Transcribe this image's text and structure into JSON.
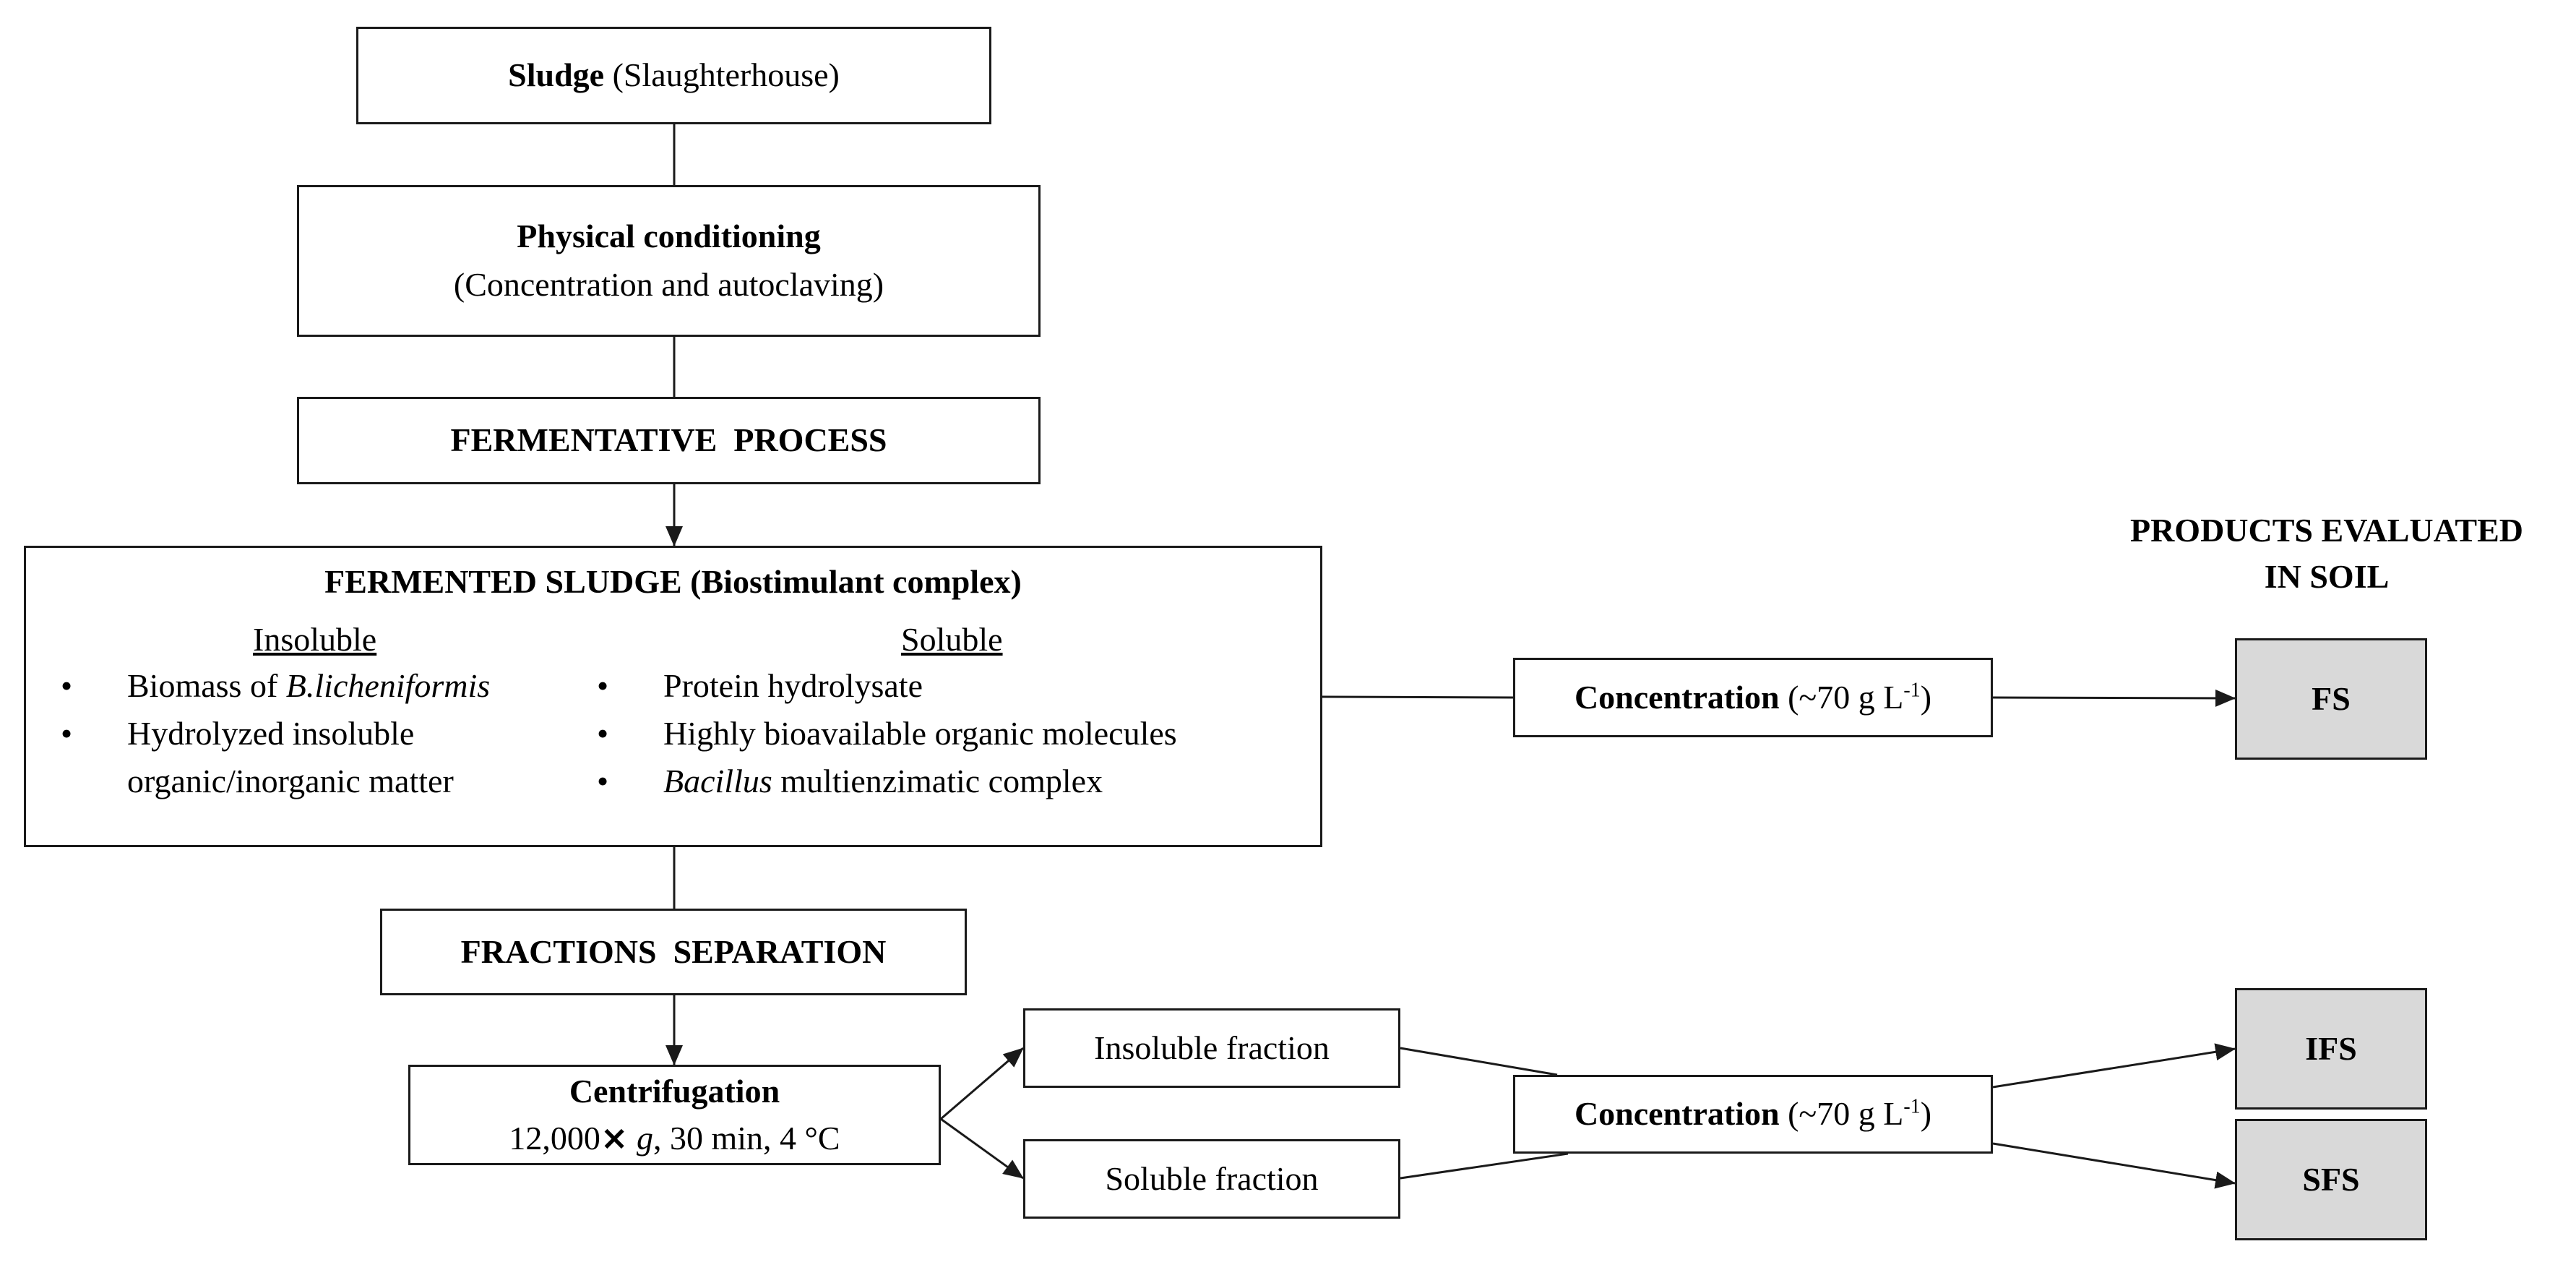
{
  "products_title": {
    "line1": "PRODUCTS EVALUATED",
    "line2": "IN SOIL"
  },
  "sludge": {
    "bold": "Sludge",
    "rest": " (Slaughterhouse)"
  },
  "physical": {
    "title": "Physical conditioning",
    "detail": "(Concentration and autoclaving)"
  },
  "fermentative": "FERMENTATIVE  PROCESS",
  "fermented": {
    "title": "FERMENTED SLUDGE (Biostimulant complex)",
    "insoluble_header": "Insoluble",
    "soluble_header": "Soluble",
    "bullet": "•",
    "insoluble_items": [
      {
        "prefix": "Biomass of ",
        "italic": "B.licheniformis",
        "suffix": ""
      },
      {
        "prefix": "Hydrolyzed insoluble",
        "italic": "",
        "suffix": ""
      },
      {
        "prefix": "organic/inorganic matter",
        "italic": "",
        "suffix": ""
      }
    ],
    "soluble_items": [
      {
        "prefix": "Protein hydrolysate",
        "italic": "",
        "suffix": ""
      },
      {
        "prefix": "Highly bioavailable organic molecules",
        "italic": "",
        "suffix": ""
      },
      {
        "prefix": "",
        "italic": "Bacillus",
        "suffix": " multienzimatic complex"
      }
    ]
  },
  "fractions_separation": "FRACTIONS  SEPARATION",
  "centrifugation": {
    "title": "Centrifugation",
    "detail_a": "12,000",
    "times": "×",
    "g": "g",
    "detail_b": ", 30 min, 4 °C"
  },
  "insoluble_fraction": "Insoluble fraction",
  "soluble_fraction": "Soluble fraction",
  "concentration": {
    "bold": "Concentration",
    "pre": " (~70 g L",
    "sup": "-1",
    "post": ")"
  },
  "products": {
    "fs": "FS",
    "ifs": "IFS",
    "sfs": "SFS"
  },
  "colors": {
    "line": "#1a1a1a",
    "product_fill": "#d9d9d9"
  }
}
